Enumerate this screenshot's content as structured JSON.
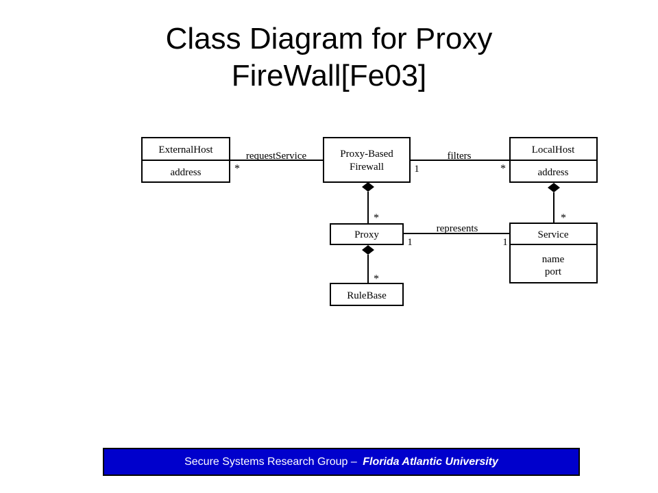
{
  "slide": {
    "title_line1": "Class Diagram for Proxy",
    "title_line2": "FireWall[Fe03]"
  },
  "diagram": {
    "classes": {
      "external_host": {
        "name": "ExternalHost",
        "attribute": "address"
      },
      "firewall": {
        "name_line1": "Proxy-Based",
        "name_line2": "Firewall"
      },
      "local_host": {
        "name": "LocalHost",
        "attribute": "address"
      },
      "proxy": {
        "name": "Proxy"
      },
      "service": {
        "name": "Service",
        "attribute1": "name",
        "attribute2": "port"
      },
      "rulebase": {
        "name": "RuleBase"
      }
    },
    "associations": {
      "request_service": {
        "label": "requestService",
        "mult_external": "*"
      },
      "filters": {
        "label": "filters",
        "mult_firewall": "1",
        "mult_local": "*"
      },
      "firewall_proxy": {
        "mult_proxy": "*"
      },
      "localhost_service": {
        "mult_service": "*"
      },
      "represents": {
        "label": "represents",
        "mult_proxy": "1",
        "mult_service": "1"
      },
      "proxy_rulebase": {
        "mult_rulebase": "*"
      }
    }
  },
  "footer": {
    "group": "Secure Systems Research Group – ",
    "org": "Florida Atlantic University"
  }
}
